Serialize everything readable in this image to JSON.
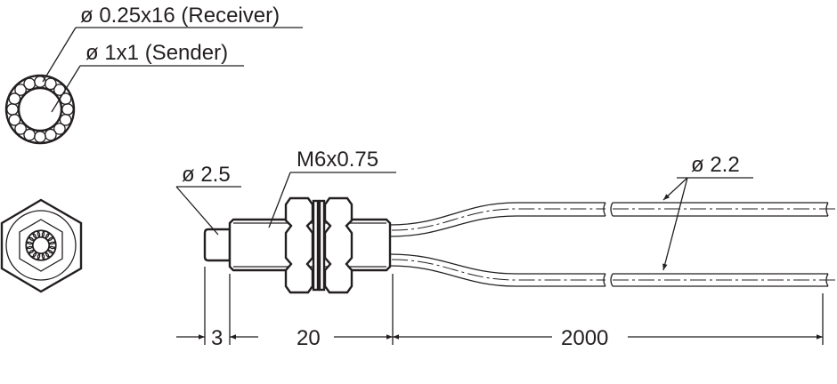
{
  "labels": {
    "receiver": "ø 0.25x16 (Receiver)",
    "sender": "ø 1x1 (Sender)",
    "tip_diameter": "ø 2.5",
    "thread": "M6x0.75",
    "cable_diameter": "ø 2.2"
  },
  "dimensions": {
    "tip_length": "3",
    "body_length": "20",
    "cable_length": "2000"
  },
  "colors": {
    "ink": "#231f20"
  }
}
